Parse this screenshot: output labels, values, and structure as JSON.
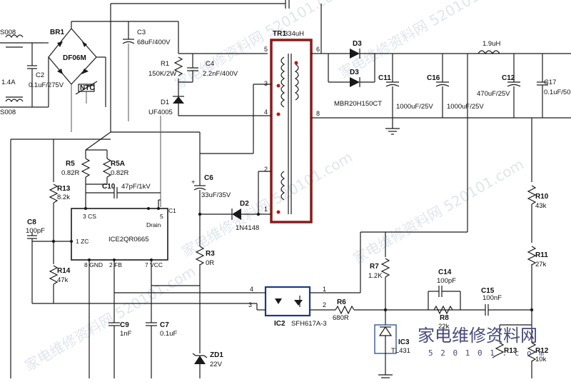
{
  "components": {
    "br1": {
      "ref": "BR1",
      "part": "DF06M"
    },
    "c3": {
      "ref": "C3",
      "value": "68uF/400V"
    },
    "ntc": {
      "label": "NTC"
    },
    "l1_top": {
      "label": "S008"
    },
    "l1_bot": {
      "label": "S008"
    },
    "fuse": {
      "value": "1.4A"
    },
    "c2": {
      "ref": "C2",
      "value": "0.1uF/275V"
    },
    "r1": {
      "ref": "R1",
      "value": "150K/2W"
    },
    "c4": {
      "ref": "C4",
      "value": "2.2nF/400V"
    },
    "d1": {
      "ref": "D1",
      "part": "UF4005"
    },
    "tr1": {
      "ref": "TR1",
      "value": "334uH"
    },
    "d3a": {
      "ref": "D3"
    },
    "d3b": {
      "ref": "D3"
    },
    "d3_part": {
      "part": "MBR20H150CT"
    },
    "c11": {
      "ref": "C11",
      "value": "1000uF/25V"
    },
    "c16": {
      "ref": "C16",
      "value": "1000uF/25V"
    },
    "l2": {
      "value": "1.9uH"
    },
    "c12": {
      "ref": "C12",
      "value": "470uF/25V"
    },
    "c17": {
      "ref": "C17",
      "value": "0.1uF/50"
    },
    "r5": {
      "ref": "R5",
      "value": "0.82R"
    },
    "r5a": {
      "ref": "R5A",
      "value": "0.82R"
    },
    "r13": {
      "ref": "R13",
      "value": "8.2k"
    },
    "c6": {
      "ref": "C6",
      "value": "33uF/35V"
    },
    "c10": {
      "ref": "C10",
      "value": "47pF/1kV"
    },
    "c8": {
      "ref": "C8",
      "value": "100pF"
    },
    "r14": {
      "ref": "R14",
      "value": "47k"
    },
    "ic1": {
      "ref": "IC1",
      "part": "ICE2QR0665",
      "pin_cs": "3 CS",
      "pin_zc": "1 ZC",
      "pin_gnd": "8 GND",
      "pin_fb": "2 FB",
      "pin_vcc": "7 VCC",
      "pin_drain": "Drain",
      "pin_5": "5"
    },
    "d2": {
      "ref": "D2",
      "part": "1N4148"
    },
    "r3": {
      "ref": "R3",
      "value": "0R"
    },
    "c9": {
      "ref": "C9",
      "value": "1nF"
    },
    "c7": {
      "ref": "C7",
      "value": "0.1uF"
    },
    "zd1": {
      "ref": "ZD1",
      "value": "22V"
    },
    "ic2": {
      "ref": "IC2",
      "part": "SFH617A-3"
    },
    "r7": {
      "ref": "R7",
      "value": "1.2K"
    },
    "r6": {
      "ref": "R6",
      "value": "680R"
    },
    "c14": {
      "ref": "C14",
      "value": "100pF"
    },
    "c15": {
      "ref": "C15",
      "value": "100nF"
    },
    "r8": {
      "ref": "R8",
      "value": "22k"
    },
    "ic3": {
      "ref": "IC3",
      "part": "TL431"
    },
    "r10": {
      "ref": "R10",
      "value": "43k"
    },
    "r11": {
      "ref": "R11",
      "value": "27k"
    },
    "r12": {
      "ref": "R12",
      "value": "10k"
    },
    "r13b": {
      "ref": "R13"
    }
  },
  "pins": {
    "tr_5": "5",
    "tr_6": "6",
    "tr_3": "3",
    "tr_4": "4",
    "tr_8": "8",
    "tr_2": "2",
    "tr_1": "1",
    "oc_4": "4",
    "oc_3": "3",
    "oc_1": "1",
    "oc_2": "2"
  },
  "watermark": {
    "cn": "家电维修资料网",
    "url": "5 2 0 1 0 1 . c o m",
    "ghost": "家电维修资料网 520101.com"
  },
  "colors": {
    "wire": "#1a1a1a",
    "transformer_box": "#8b1a1a",
    "phase_dot": "#d01010",
    "watermark": "#4a4a7a"
  }
}
